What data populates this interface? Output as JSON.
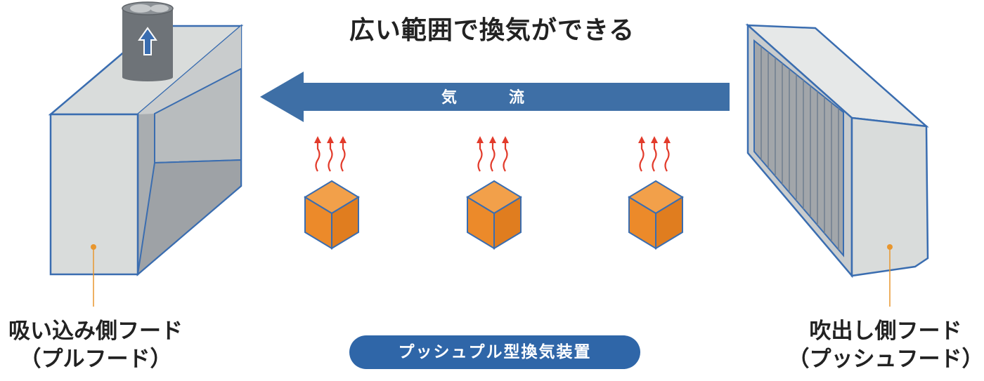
{
  "title": "広い範囲で換気ができる",
  "airflow_label": "気　流",
  "pull_hood": {
    "line1": "吸い込み側フード",
    "line2": "（プルフード）"
  },
  "push_hood": {
    "line1": "吹出し側フード",
    "line2": "（プッシュフード）"
  },
  "caption": "プッシュプル型換気装置",
  "colors": {
    "arrow": "#3e6fa6",
    "hood_face": "#d9dcdb",
    "hood_outline": "#3a6db0",
    "hood_inner": "#a9adb0",
    "duct": "#6e7378",
    "cube": "#ec8a2a",
    "heat": "#e23b2b",
    "leader": "#e8962e",
    "pill": "#2f66a8"
  },
  "icons": [
    "up-arrow-icon",
    "heat-wave-icon",
    "cube-icon"
  ]
}
